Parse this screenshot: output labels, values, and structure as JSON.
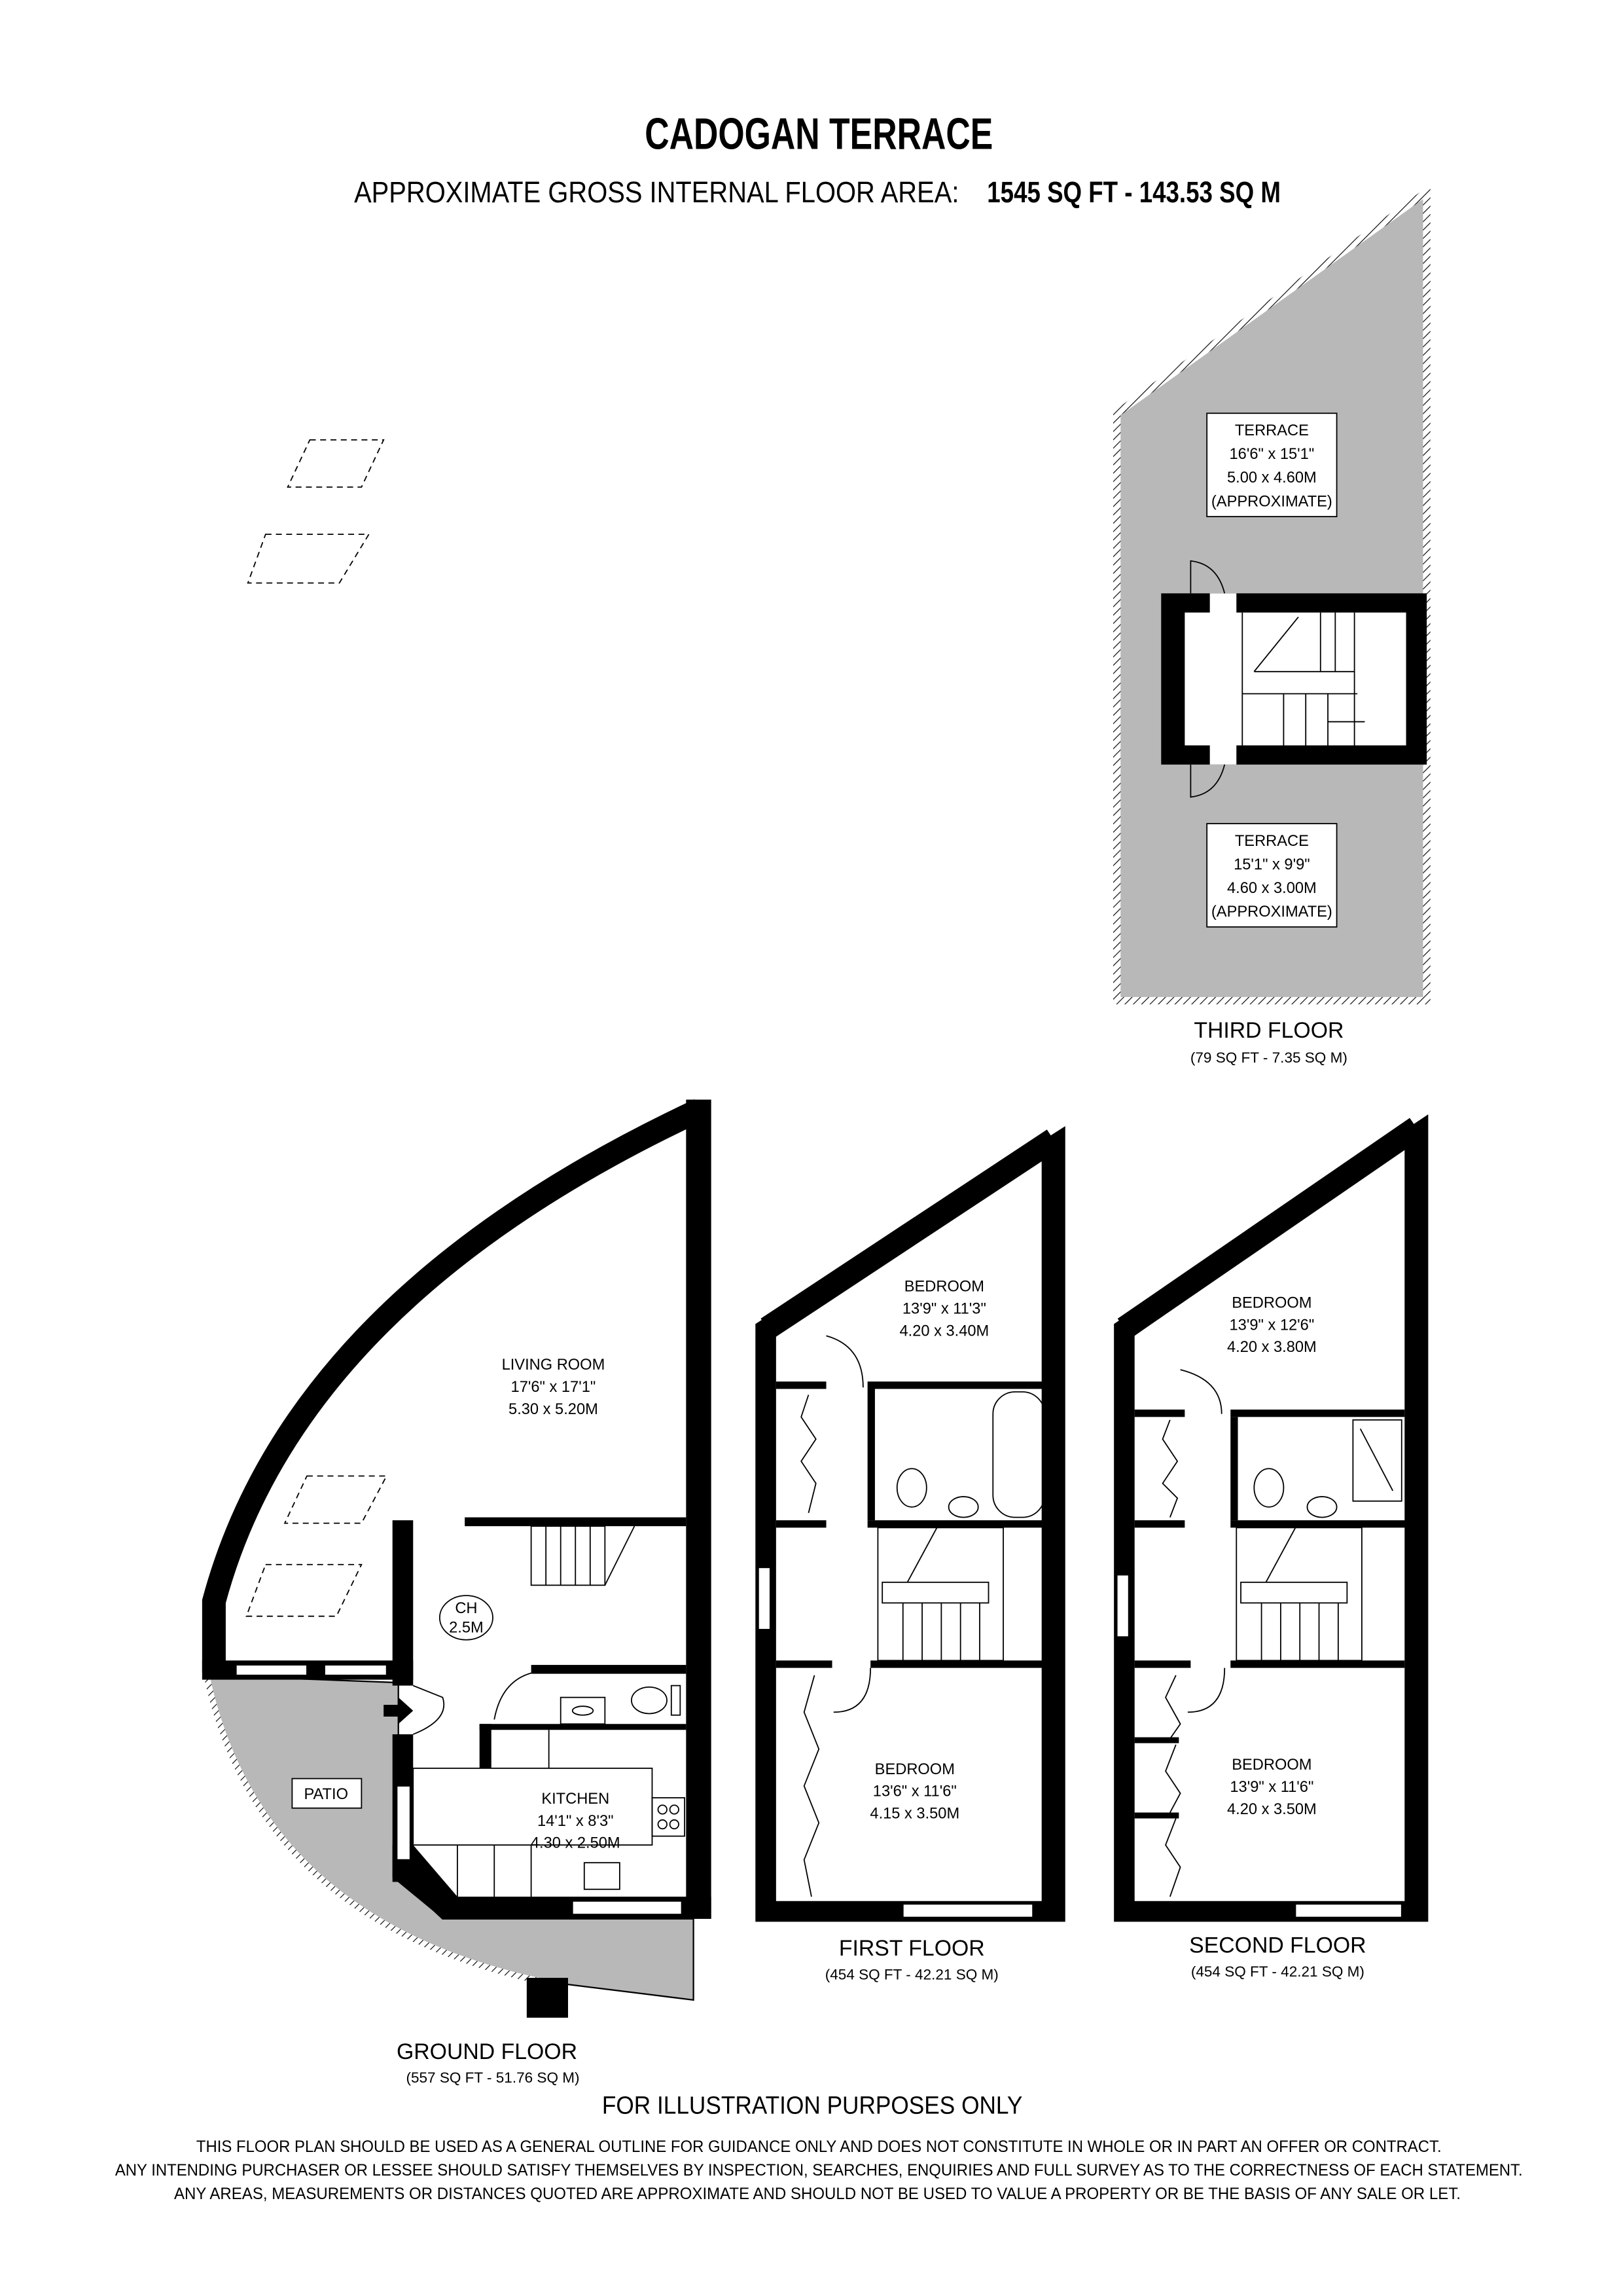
{
  "header": {
    "title": "CADOGAN TERRACE",
    "subtitle_label": "APPROXIMATE GROSS INTERNAL FLOOR AREA:",
    "subtitle_value": "1545 SQ FT  -  143.53 SQ M"
  },
  "colors": {
    "wall": "#000000",
    "external_area": "#b8b8b8",
    "background": "#ffffff"
  },
  "floors": {
    "third": {
      "name": "THIRD FLOOR",
      "area": "(79 SQ FT  -  7.35 SQ M)",
      "rooms": [
        {
          "name": "TERRACE",
          "imperial": "16'6\" x 15'1\"",
          "metric": "5.00 x 4.60M",
          "note": "(APPROXIMATE)"
        },
        {
          "name": "TERRACE",
          "imperial": "15'1\" x 9'9\"",
          "metric": "4.60 x 3.00M",
          "note": "(APPROXIMATE)"
        }
      ]
    },
    "ground": {
      "name": "GROUND FLOOR",
      "area": "(557 SQ FT  -  51.76 SQ M)",
      "rooms": [
        {
          "name": "LIVING ROOM",
          "imperial": "17'6\" x 17'1\"",
          "metric": "5.30 x 5.20M"
        },
        {
          "name": "KITCHEN",
          "imperial": "14'1\" x 8'3\"",
          "metric": "4.30 x 2.50M"
        },
        {
          "name": "PATIO"
        }
      ],
      "ceiling": {
        "label": "CH",
        "value": "2.5M"
      }
    },
    "first": {
      "name": "FIRST FLOOR",
      "area": "(454 SQ FT  -  42.21 SQ M)",
      "rooms": [
        {
          "name": "BEDROOM",
          "imperial": "13'9\" x 11'3\"",
          "metric": "4.20 x 3.40M"
        },
        {
          "name": "BEDROOM",
          "imperial": "13'6\" x 11'6\"",
          "metric": "4.15 x 3.50M"
        }
      ]
    },
    "second": {
      "name": "SECOND FLOOR",
      "area": "(454 SQ FT  -  42.21 SQ M)",
      "rooms": [
        {
          "name": "BEDROOM",
          "imperial": "13'9\" x 12'6\"",
          "metric": "4.20 x 3.80M"
        },
        {
          "name": "BEDROOM",
          "imperial": "13'9\" x 11'6\"",
          "metric": "4.20 x 3.50M"
        }
      ]
    }
  },
  "footer": {
    "illustration_note": "FOR ILLUSTRATION PURPOSES ONLY",
    "disclaimer": [
      "THIS FLOOR PLAN SHOULD BE USED AS A GENERAL OUTLINE FOR GUIDANCE ONLY AND DOES NOT CONSTITUTE IN WHOLE OR IN PART AN OFFER OR CONTRACT.",
      "ANY INTENDING PURCHASER OR LESSEE SHOULD SATISFY THEMSELVES BY INSPECTION, SEARCHES, ENQUIRIES AND FULL SURVEY AS TO THE CORRECTNESS OF EACH STATEMENT.",
      "ANY AREAS, MEASUREMENTS OR DISTANCES QUOTED ARE APPROXIMATE AND SHOULD NOT BE USED TO VALUE A PROPERTY OR BE THE BASIS OF ANY SALE OR LET."
    ]
  }
}
